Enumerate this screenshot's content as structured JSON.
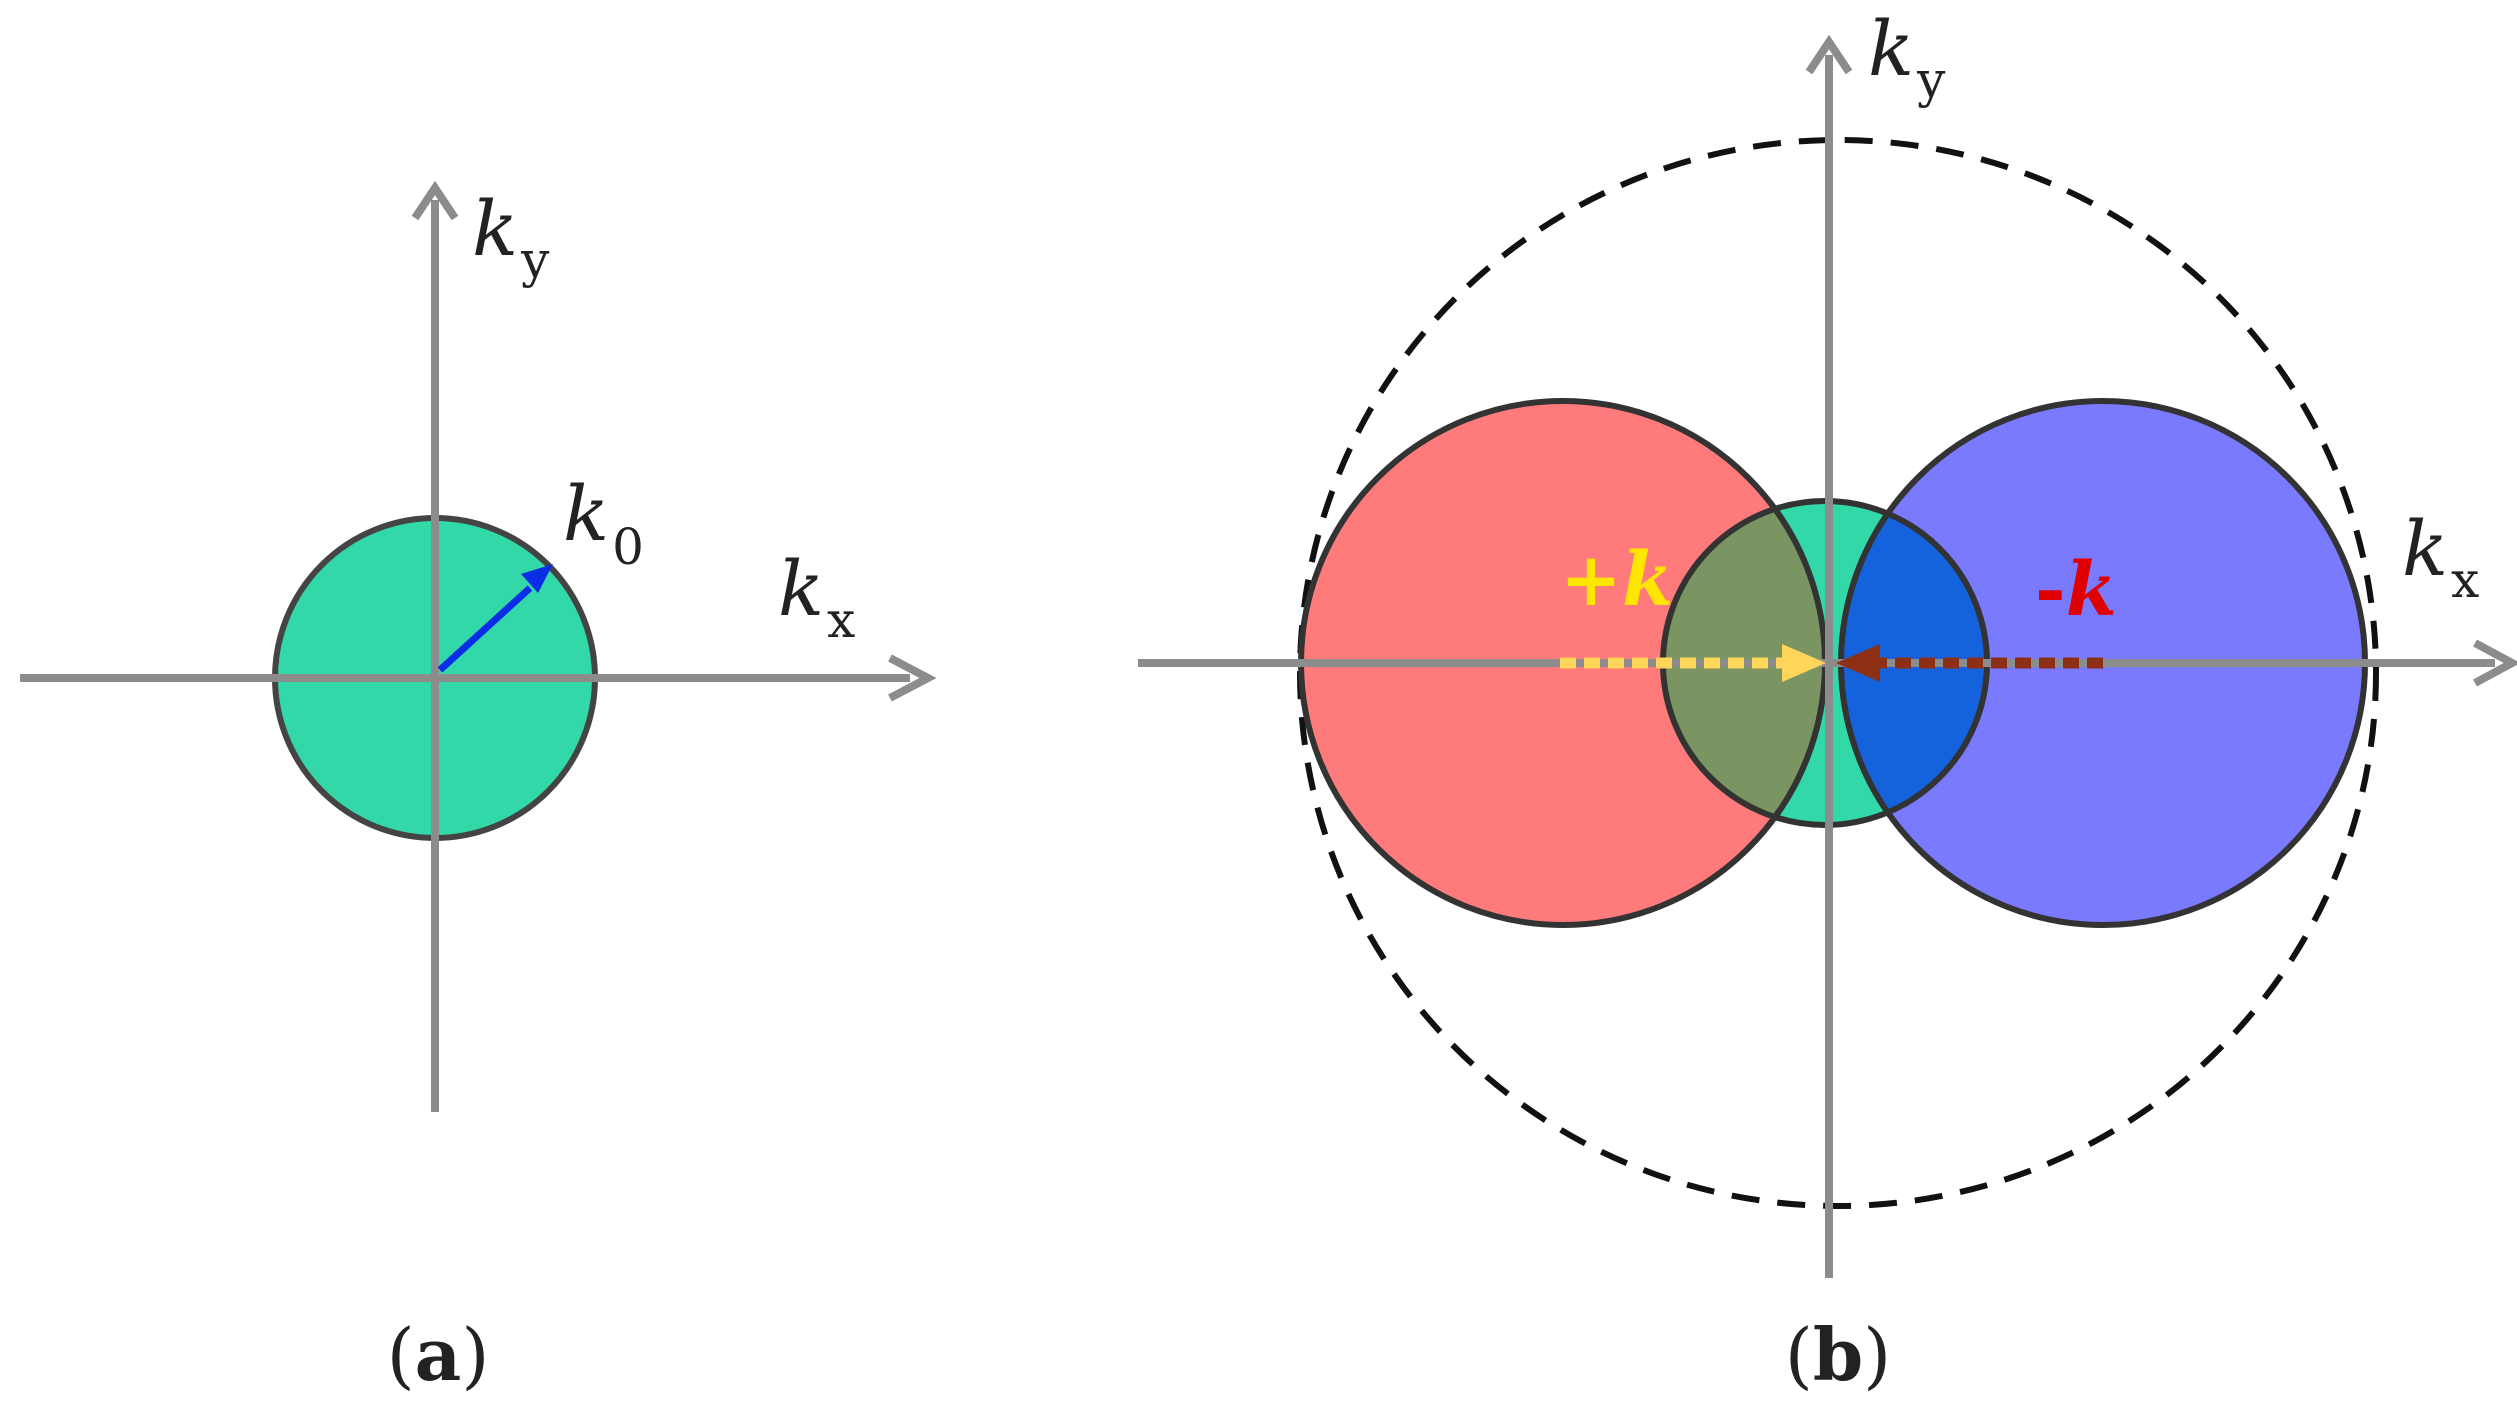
{
  "panel_a": {
    "label": {
      "prefix": "(",
      "letter": "a",
      "suffix": ")"
    },
    "axis_y": {
      "main": "k",
      "sub": "y"
    },
    "axis_x": {
      "main": "k",
      "sub": "x"
    },
    "radius_label": {
      "main": "k",
      "sub": "0"
    }
  },
  "panel_b": {
    "label": {
      "prefix": "(",
      "letter": "b",
      "suffix": ")"
    },
    "axis_y": {
      "main": "k",
      "sub": "y"
    },
    "axis_x": {
      "main": "k",
      "sub": "x"
    },
    "plus_k": {
      "sign": "+",
      "main": "k"
    },
    "minus_k": {
      "sign": "-",
      "main": "k"
    }
  },
  "colors": {
    "axis": "#8c8c8c",
    "outline": "#333333",
    "green_disc": "#33d8a9",
    "red_disc": "#ff7a7a",
    "blue_disc": "#7a7aff",
    "overlap_red_green": "#7a9462",
    "overlap_blue_green": "#1463dc",
    "radius_arrow": "#0a2ee6",
    "plus_arrow": "#ffd65a",
    "minus_arrow": "#8c2f14",
    "plus_label": "#ffe600",
    "minus_label": "#e00000"
  }
}
